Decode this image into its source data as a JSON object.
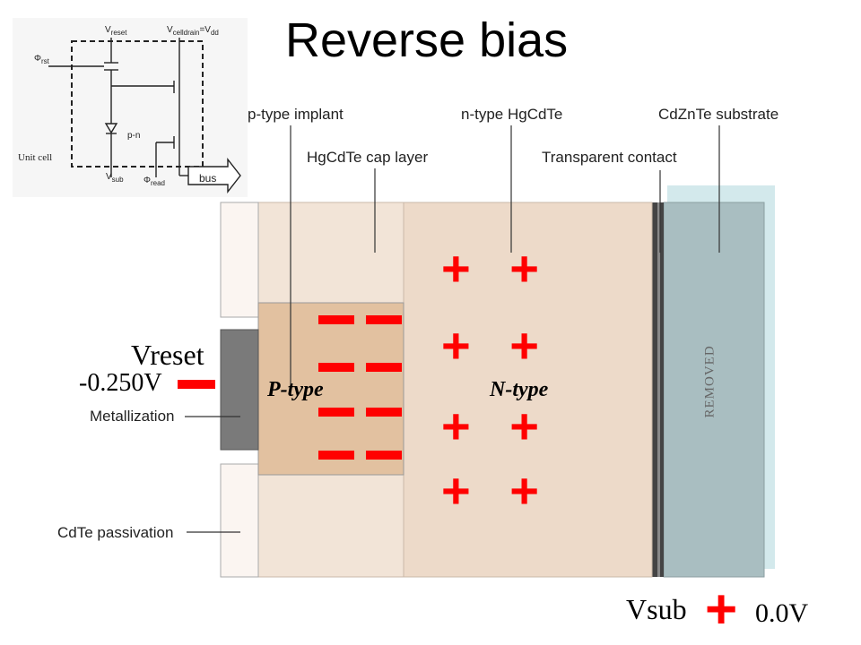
{
  "title": "Reverse bias",
  "callouts": {
    "p_implant": "p-type implant",
    "n_hgcdte": "n-type HgCdTe",
    "substrate": "CdZnTe substrate",
    "cap_layer": "HgCdTe cap layer",
    "transparent": "Transparent contact",
    "metallization": "Metallization",
    "passivation": "CdTe passivation"
  },
  "regions": {
    "p_type": "P-type",
    "n_type": "N-type",
    "removed": "REMOVED"
  },
  "charges": {
    "plus_rows": [
      "+ +",
      "+ +",
      "+ +",
      "+ +"
    ]
  },
  "terminals": {
    "vreset_label": "Vreset",
    "vreset_value": "-0.250V",
    "vsub_label": "Vsub",
    "vsub_value": "0.0V",
    "vsub_sign": "+"
  },
  "schematic": {
    "vreset": "V",
    "vreset_sub": "reset",
    "vcelldrain": "V",
    "vcelldrain_sub": "celldrain",
    "vcelldrain_eq": "=V",
    "vcelldrain_eq_sub": "dd",
    "phi_rst": "Φ",
    "phi_rst_sub": "rst",
    "pn": "p-n",
    "unit_cell": "Unit cell",
    "vsub": "V",
    "vsub_sub": "sub",
    "phi_read": "Φ",
    "phi_read_sub": "read",
    "bus": "bus"
  },
  "colors": {
    "charge_red": "#ff0000",
    "n_region": "#eddac9",
    "p_region": "#e2c1a0",
    "cap": "#f2e4d7",
    "substrate": "#a9bec1",
    "removed_highlight": "#d3e9ec",
    "metal": "#7a7a7a",
    "contact": "#444444"
  }
}
